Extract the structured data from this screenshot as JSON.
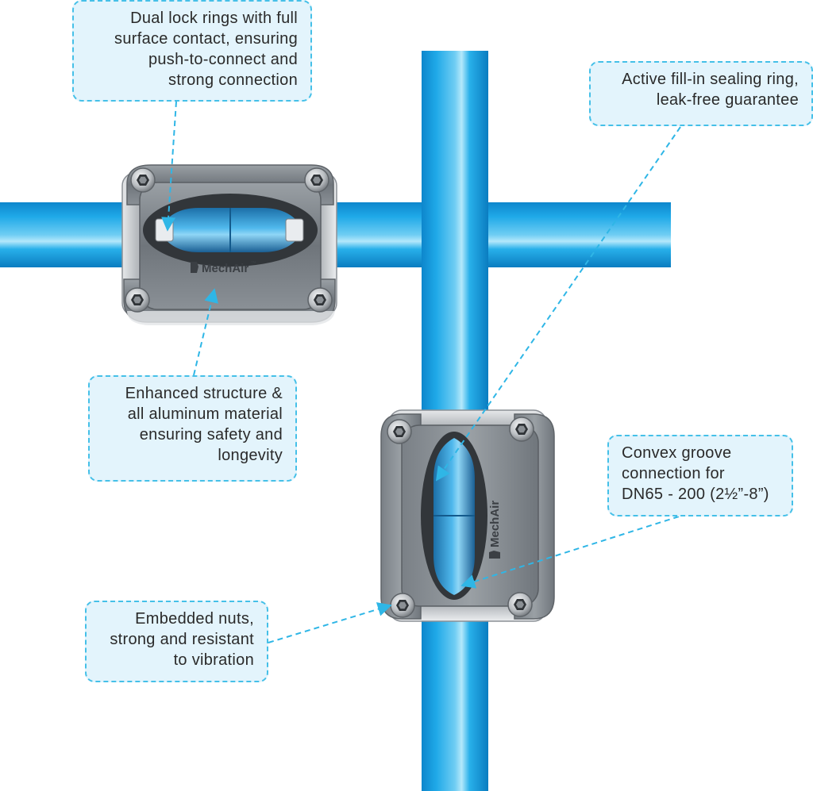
{
  "callouts": [
    {
      "id": "dual-lock-rings",
      "lines": [
        "Dual lock rings with full",
        "surface contact, ensuring",
        "push-to-connect and",
        "strong connection"
      ]
    },
    {
      "id": "sealing-ring",
      "lines": [
        "Active fill-in sealing ring,",
        "leak-free guarantee"
      ]
    },
    {
      "id": "enhanced-structure",
      "lines": [
        "Enhanced structure &",
        "all aluminum material",
        "ensuring safety and",
        "longevity"
      ]
    },
    {
      "id": "convex-groove",
      "lines": [
        "Convex groove",
        "connection for",
        "DN65 - 200 (2½”-8”)"
      ]
    },
    {
      "id": "embedded-nuts",
      "lines": [
        "Embedded nuts,",
        "strong and resistant",
        "to vibration"
      ]
    }
  ],
  "brand": {
    "name": "MechAir",
    "trademark": "™"
  },
  "colors": {
    "pipe": "#1aa6e6",
    "pipe_highlight": "#a9e3f9",
    "pipe_shadow": "#0b7fc4",
    "coupling": "#7d8287",
    "coupling_light": "#c9ccd0",
    "callout_fill": "#e3f4fc",
    "callout_border": "#45c0e8",
    "leader": "#2fb6e6",
    "text": "#2a2a2a"
  },
  "icons": [
    "hex-bolt-icon",
    "mechair-logo-icon",
    "arrowhead-icon"
  ]
}
